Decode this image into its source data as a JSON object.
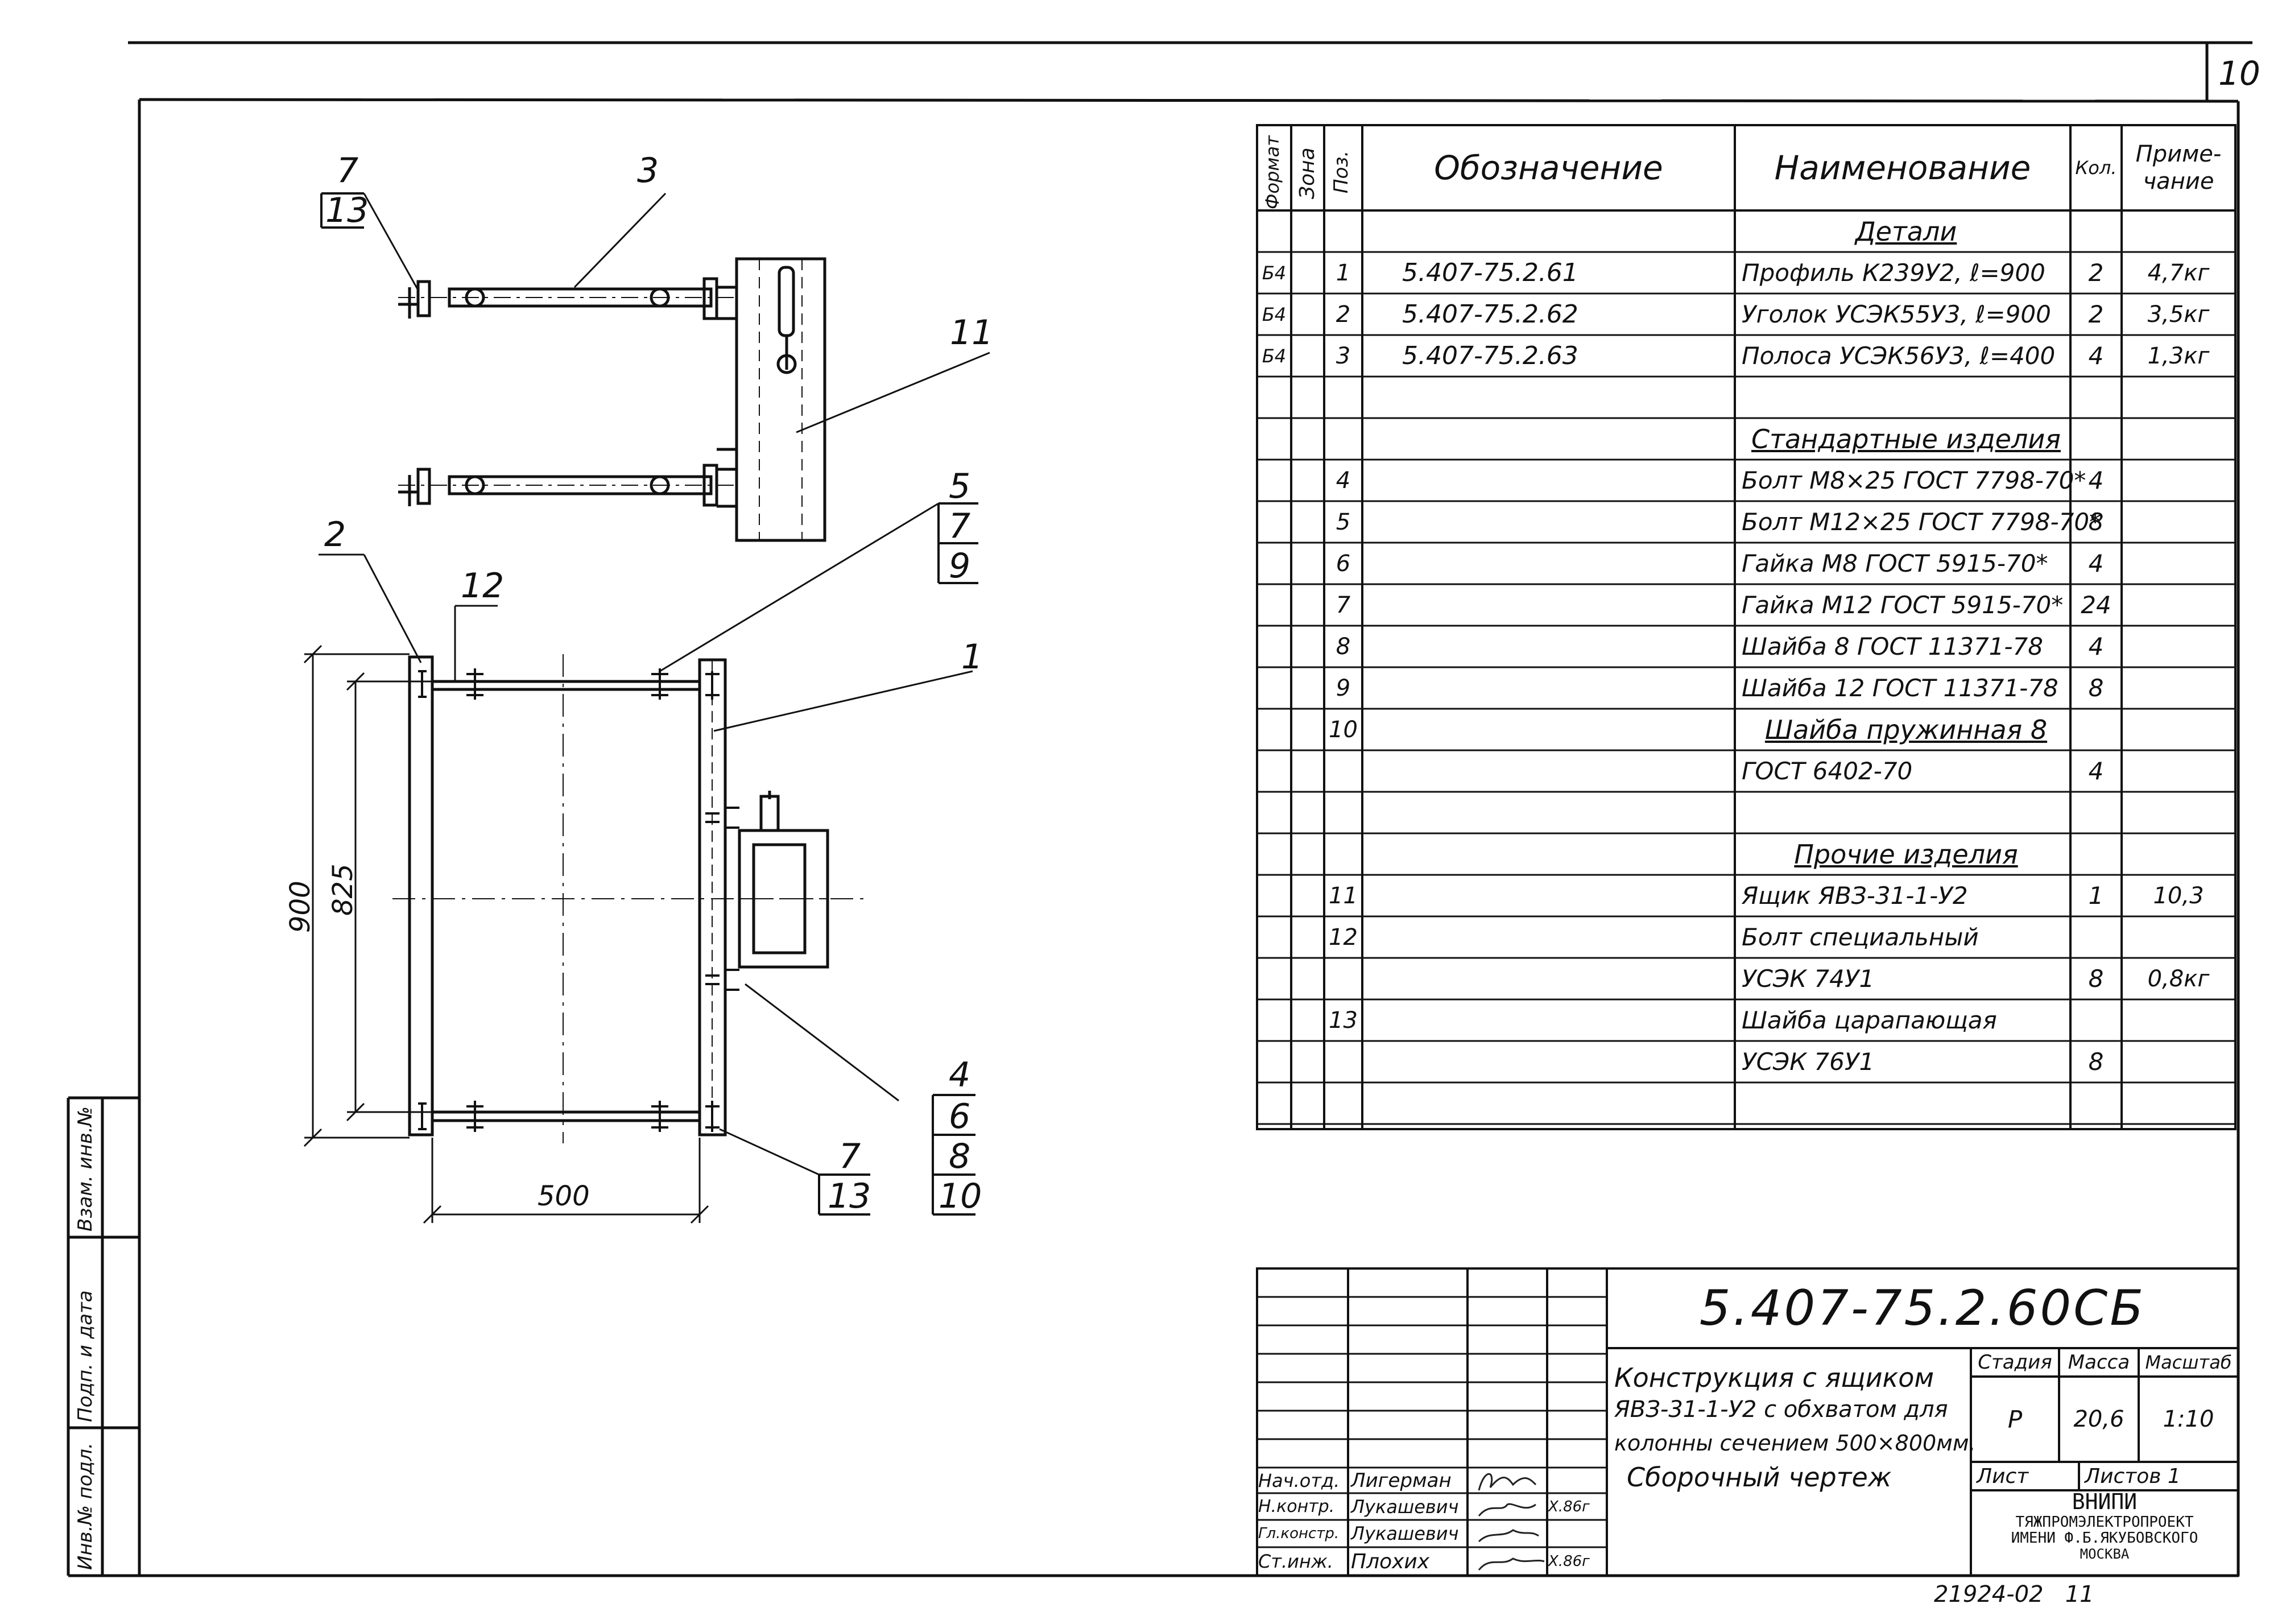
{
  "sheet_number": "10",
  "drawing": {
    "labels": {
      "top_7": "7",
      "top_13": "13",
      "top_3": "3",
      "top_11": "11",
      "l_5": "5",
      "l_7a": "7",
      "l_9": "9",
      "l_2": "2",
      "l_12": "12",
      "l_1": "1",
      "l_4": "4",
      "l_6": "6",
      "l_8": "8",
      "l_10": "10",
      "b_7": "7",
      "b_13": "13"
    },
    "dimensions": {
      "d900": "900",
      "d825": "825",
      "d500": "500"
    }
  },
  "spec_table": {
    "headers": {
      "format": "Формат",
      "zone": "Зона",
      "pos": "Поз.",
      "designation": "Обозначение",
      "name": "Наименование",
      "qty": "Кол.",
      "note": "Приме-чание"
    },
    "rows": [
      {
        "format": "",
        "pos": "",
        "designation": "",
        "name": "Детали",
        "qty": "",
        "note": "",
        "section": true
      },
      {
        "format": "Б4",
        "pos": "1",
        "designation": "5.407-75.2.61",
        "name": "Профиль К239У2, ℓ=900",
        "qty": "2",
        "note": "4,7кг"
      },
      {
        "format": "Б4",
        "pos": "2",
        "designation": "5.407-75.2.62",
        "name": "Уголок УСЭК55У3, ℓ=900",
        "qty": "2",
        "note": "3,5кг"
      },
      {
        "format": "Б4",
        "pos": "3",
        "designation": "5.407-75.2.63",
        "name": "Полоса УСЭК56У3, ℓ=400",
        "qty": "4",
        "note": "1,3кг"
      },
      {
        "format": "",
        "pos": "",
        "designation": "",
        "name": "",
        "qty": "",
        "note": ""
      },
      {
        "format": "",
        "pos": "",
        "designation": "",
        "name": "Стандартные изделия",
        "qty": "",
        "note": "",
        "section": true
      },
      {
        "format": "",
        "pos": "4",
        "designation": "",
        "name": "Болт М8×25 ГОСТ 7798-70*",
        "qty": "4",
        "note": ""
      },
      {
        "format": "",
        "pos": "5",
        "designation": "",
        "name": "Болт М12×25 ГОСТ 7798-70*",
        "qty": "8",
        "note": ""
      },
      {
        "format": "",
        "pos": "6",
        "designation": "",
        "name": "Гайка М8 ГОСТ 5915-70*",
        "qty": "4",
        "note": ""
      },
      {
        "format": "",
        "pos": "7",
        "designation": "",
        "name": "Гайка М12 ГОСТ 5915-70*",
        "qty": "24",
        "note": ""
      },
      {
        "format": "",
        "pos": "8",
        "designation": "",
        "name": "Шайба 8 ГОСТ 11371-78",
        "qty": "4",
        "note": ""
      },
      {
        "format": "",
        "pos": "9",
        "designation": "",
        "name": "Шайба 12 ГОСТ 11371-78",
        "qty": "8",
        "note": ""
      },
      {
        "format": "",
        "pos": "10",
        "designation": "",
        "name": "Шайба пружинная 8",
        "qty": "",
        "note": "",
        "section": true
      },
      {
        "format": "",
        "pos": "",
        "designation": "",
        "name": "ГОСТ 6402-70",
        "qty": "4",
        "note": ""
      },
      {
        "format": "",
        "pos": "",
        "designation": "",
        "name": "",
        "qty": "",
        "note": ""
      },
      {
        "format": "",
        "pos": "",
        "designation": "",
        "name": "Прочие изделия",
        "qty": "",
        "note": "",
        "section": true
      },
      {
        "format": "",
        "pos": "11",
        "designation": "",
        "name": "Ящик ЯВЗ-31-1-У2",
        "qty": "1",
        "note": "10,3"
      },
      {
        "format": "",
        "pos": "12",
        "designation": "",
        "name": "Болт специальный",
        "qty": "",
        "note": ""
      },
      {
        "format": "",
        "pos": "",
        "designation": "",
        "name": "УСЭК 74У1",
        "qty": "8",
        "note": "0,8кг"
      },
      {
        "format": "",
        "pos": "13",
        "designation": "",
        "name": "Шайба царапающая",
        "qty": "",
        "note": ""
      },
      {
        "format": "",
        "pos": "",
        "designation": "",
        "name": "УСЭК 76У1",
        "qty": "8",
        "note": ""
      },
      {
        "format": "",
        "pos": "",
        "designation": "",
        "name": "",
        "qty": "",
        "note": ""
      }
    ]
  },
  "title_block": {
    "doc_code": "5.407-75.2.60СБ",
    "title_lines": [
      "Конструкция с ящиком",
      "ЯВЗ-31-1-У2 с обхватом для",
      "колонны сечением 500×800мм.",
      "Сборочный чертеж"
    ],
    "stage_label": "Стадия",
    "stage": "Р",
    "mass_label": "Масса",
    "mass": "20,6",
    "scale_label": "Масштаб",
    "scale": "1:10",
    "sheet_label": "Лист",
    "sheets_label": "Листов 1",
    "org_lines": [
      "ВНИПИ",
      "ТЯЖПРОМЭЛЕКТРОПРОЕКТ",
      "ИМЕНИ Ф.Б.ЯКУБОВСКОГО",
      "МОСКВА"
    ],
    "signers": [
      {
        "role": "Нач.отд.",
        "name": "Лигерман",
        "date": ""
      },
      {
        "role": "Н.контр.",
        "name": "Лукашевич",
        "date": "Х.86г"
      },
      {
        "role": "Гл.констр.",
        "name": "Лукашевич",
        "date": ""
      },
      {
        "role": "Ст.инж.",
        "name": "Плохих",
        "date": "Х.86г"
      }
    ],
    "archive_number": "21924-02   11"
  },
  "side_stamp": {
    "inv_podl": "Инв.№ подл.",
    "podp_data": "Подп. и дата",
    "vzam_inv": "Взам. инв.№"
  }
}
